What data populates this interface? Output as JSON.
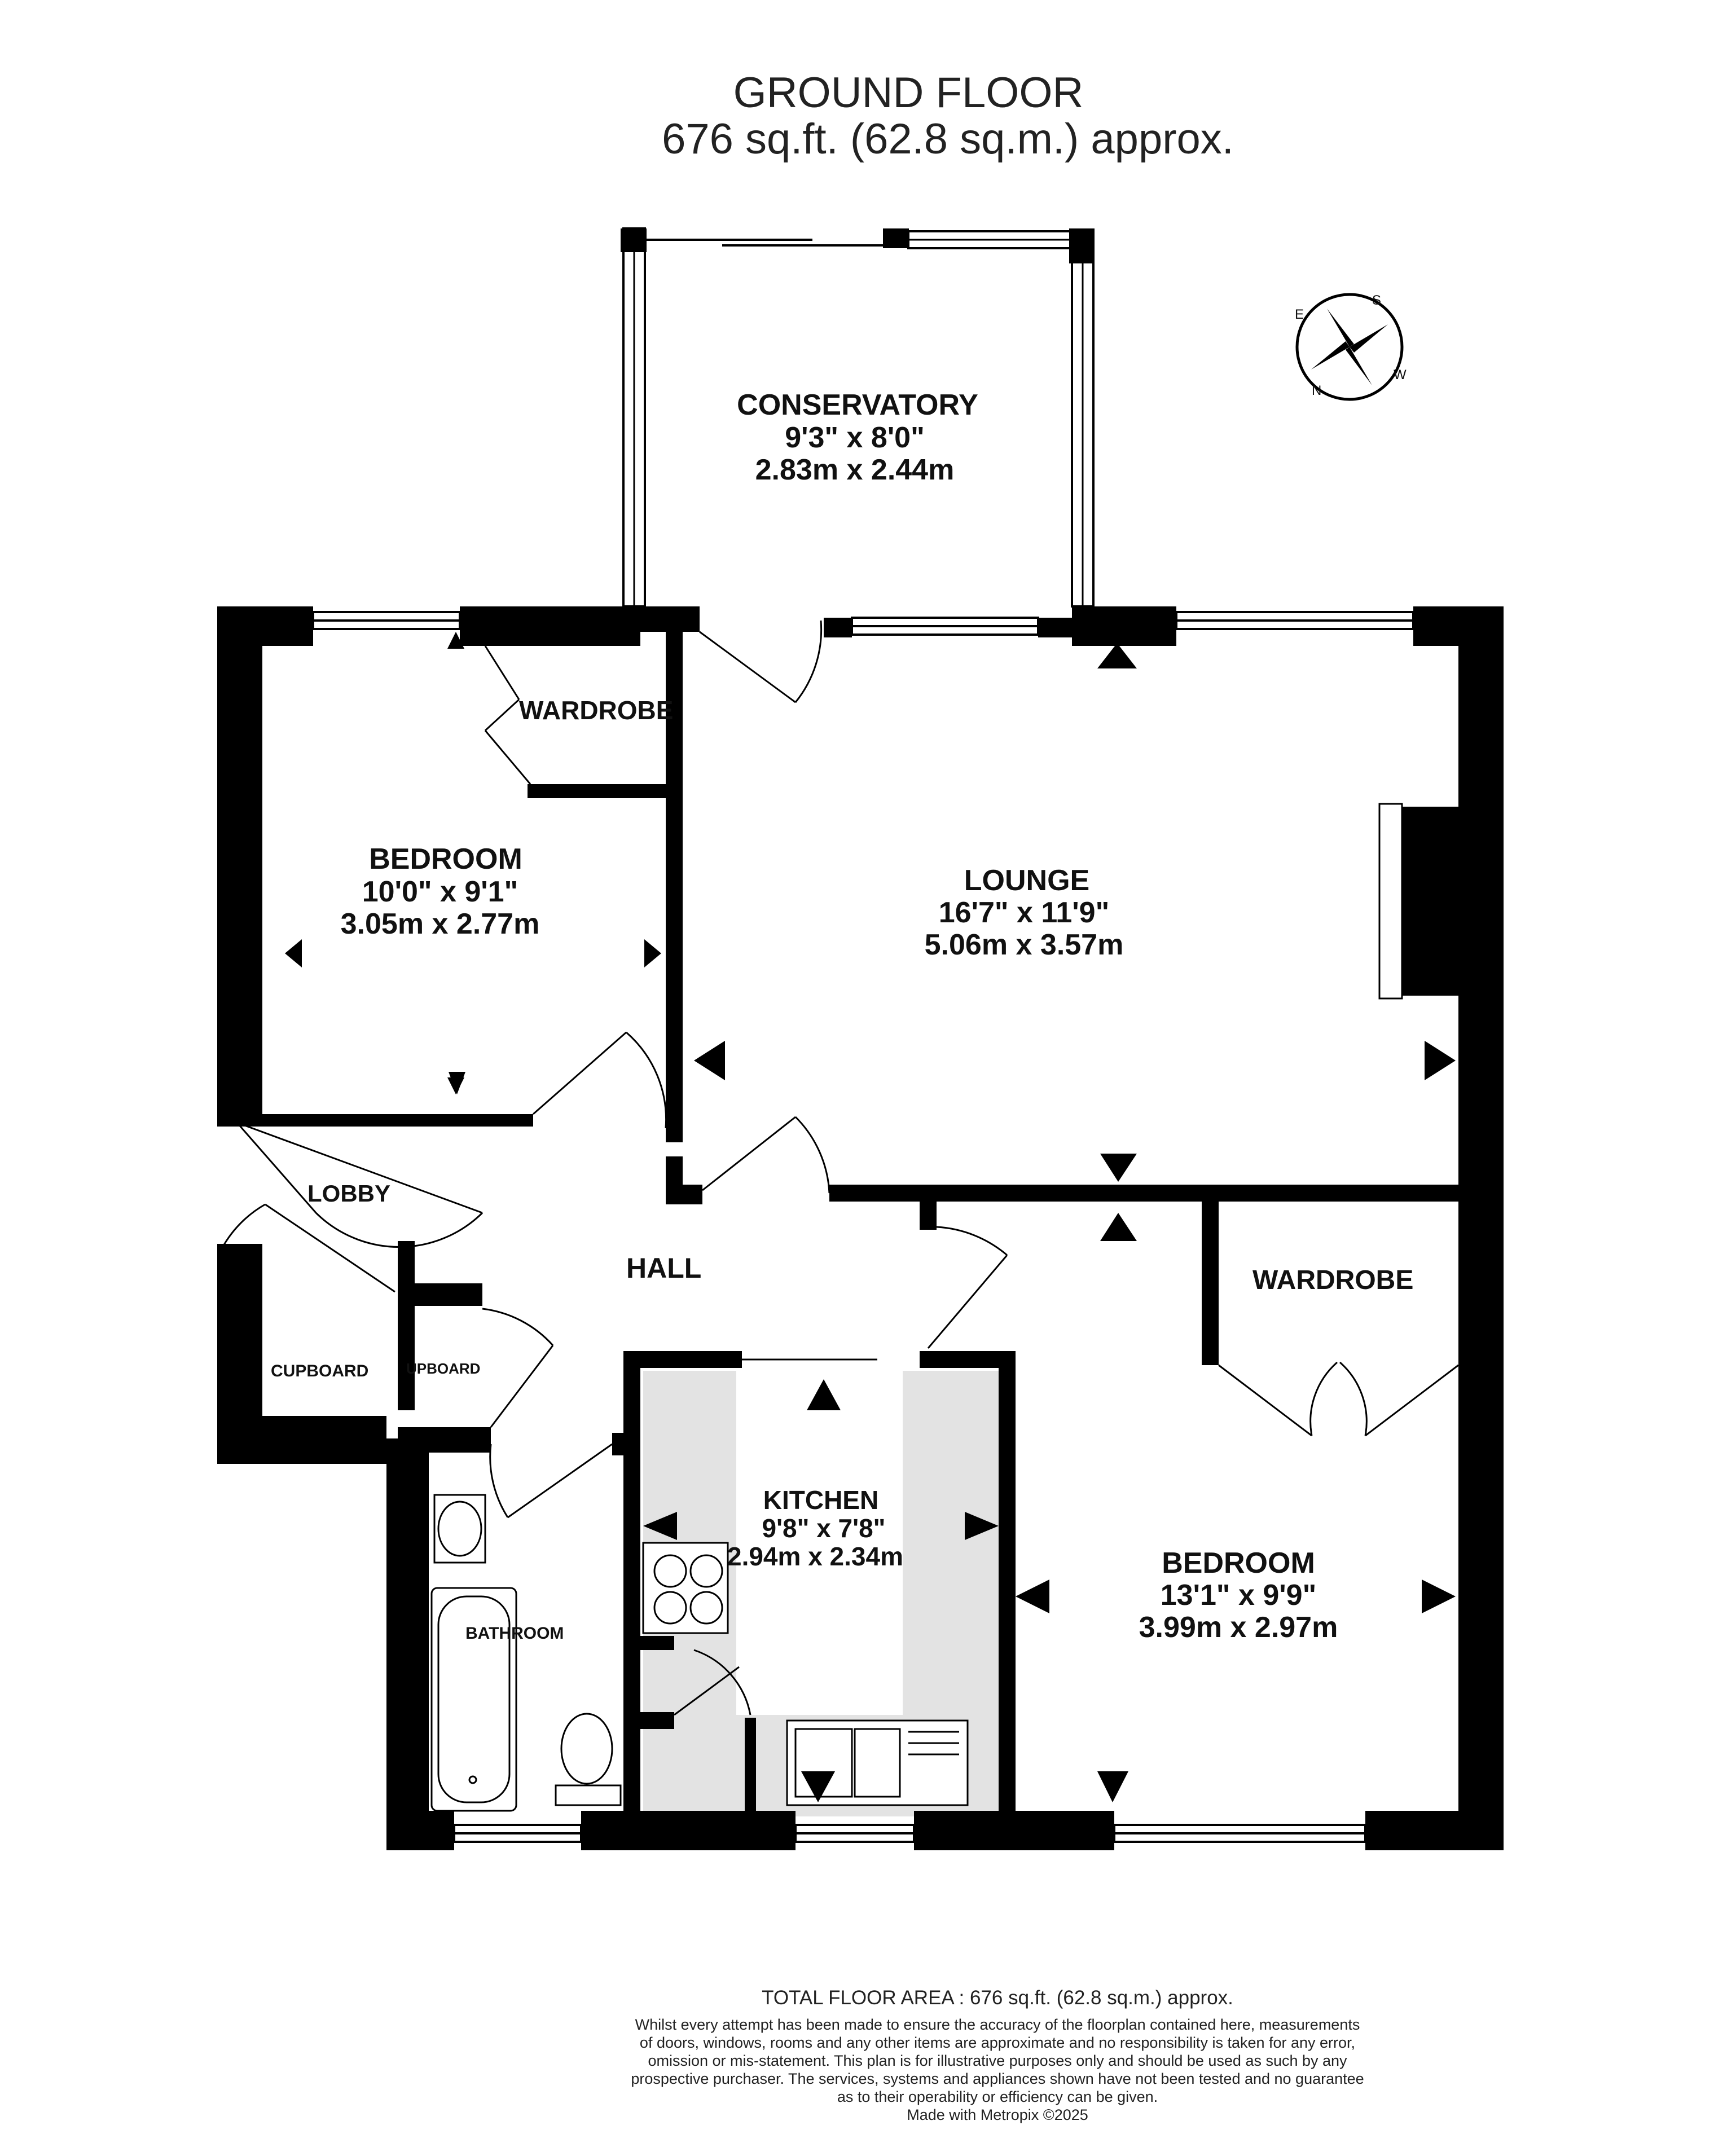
{
  "header": {
    "title": "GROUND FLOOR",
    "area": "676 sq.ft. (62.8 sq.m.) approx."
  },
  "rooms": {
    "conservatory": {
      "name": "CONSERVATORY",
      "imperial": "9'3\"  x 8'0\"",
      "metric": "2.83m  x 2.44m"
    },
    "bedroom1": {
      "name": "BEDROOM",
      "imperial": "10'0\"  x 9'1\"",
      "metric": "3.05m  x 2.77m"
    },
    "lounge": {
      "name": "LOUNGE",
      "imperial": "16'7\"  x 11'9\"",
      "metric": "5.06m  x 3.57m"
    },
    "bedroom2": {
      "name": "BEDROOM",
      "imperial": "13'1\"  x 9'9\"",
      "metric": "3.99m  x 2.97m"
    },
    "kitchen": {
      "name": "KITCHEN",
      "imperial": "9'8\"  x 7'8\"",
      "metric": "2.94m  x 2.34m"
    }
  },
  "labels": {
    "wardrobe1": "WARDROBE",
    "wardrobe2": "WARDROBE",
    "lobby": "LOBBY",
    "hall": "HALL",
    "cupboard1": "CUPBOARD",
    "cupboard2": "UPBOARD",
    "bathroom": "BATHROOM"
  },
  "compass": {
    "s": "S",
    "w": "W",
    "n": "N",
    "e": "E"
  },
  "footer": {
    "total": "TOTAL FLOOR AREA : 676 sq.ft. (62.8 sq.m.) approx.",
    "disclaimer": [
      "Whilst every attempt has been made to ensure the accuracy of the floorplan contained here, measurements",
      "of doors, windows, rooms and any other items are approximate and no responsibility is taken for any error,",
      "omission or mis-statement. This plan is for illustrative purposes only and should be used as such by any",
      "prospective purchaser. The services, systems and appliances shown have not been tested and no guarantee",
      "as to their operability or efficiency can be given."
    ],
    "credit": "Made with Metropix ©2025"
  },
  "colors": {
    "wall": "#000000",
    "worktop": "#e3e3e3",
    "text": "#111111"
  }
}
